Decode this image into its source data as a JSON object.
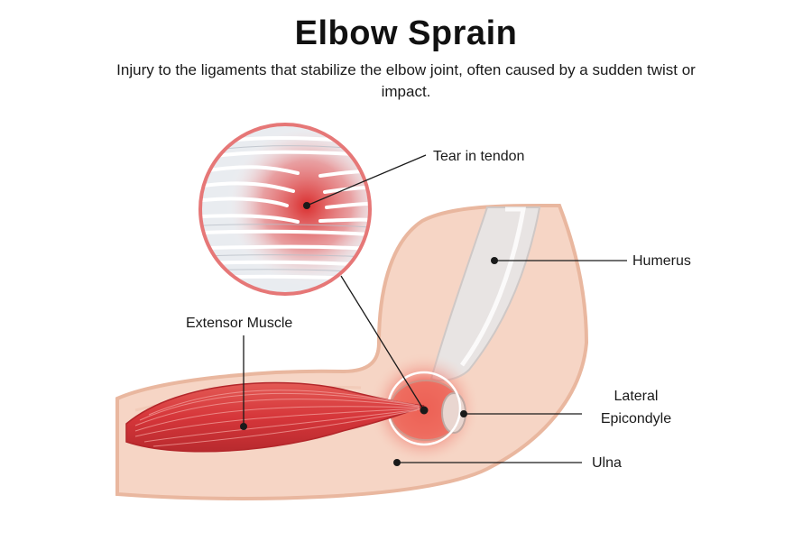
{
  "header": {
    "title": "Elbow Sprain",
    "subtitle": "Injury to the ligaments that stabilize the elbow joint, often caused by a sudden twist or impact."
  },
  "labels": {
    "tear": "Tear in tendon",
    "humerus": "Humerus",
    "extensor": "Extensor Muscle",
    "lateral_line1": "Lateral",
    "lateral_line2": "Epicondyle",
    "ulna": "Ulna"
  },
  "colors": {
    "skin": "#f6d5c5",
    "skin_outline": "#e9b79f",
    "muscle": "#d9383b",
    "inflammation": "#e8231f",
    "bone": "#e8e4e3",
    "magnifier_border": "#e67777"
  }
}
